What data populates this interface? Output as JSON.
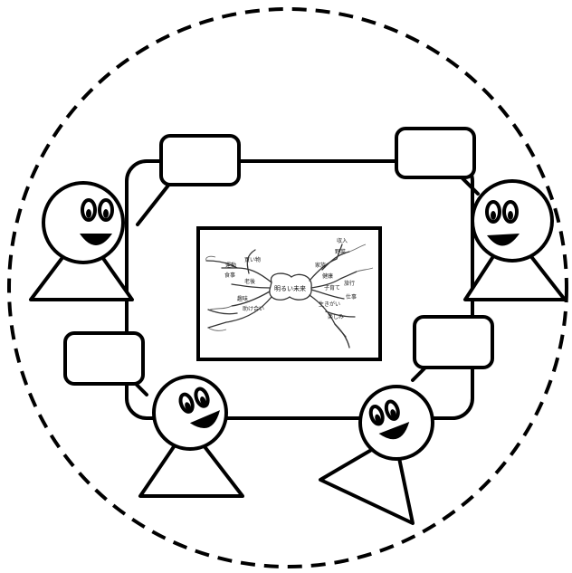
{
  "diagram": {
    "center_label": "明るい未来",
    "branch_labels": {
      "left": [
        "買い物",
        "運動",
        "食事",
        "老後",
        "趣味",
        "助け合い"
      ],
      "right": [
        "収入",
        "野菜",
        "家族",
        "健康",
        "子育て",
        "旅行",
        "仕事",
        "生きがい",
        "楽しみ"
      ]
    },
    "participants": [
      {
        "id": "left"
      },
      {
        "id": "right"
      },
      {
        "id": "bottom-left"
      },
      {
        "id": "bottom-right"
      }
    ]
  }
}
